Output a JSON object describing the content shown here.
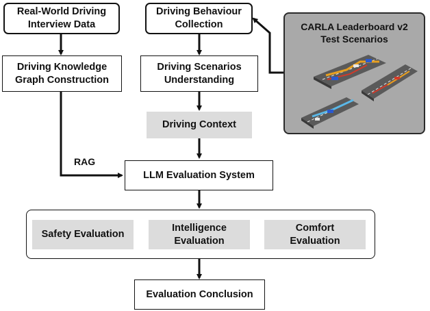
{
  "boxes": {
    "interview": "Real-World Driving\nInterview Data",
    "behaviour": "Driving Behaviour\nCollection",
    "knowledge": "Driving Knowledge\nGraph Construction",
    "understanding": "Driving Scenarios\nUnderstanding",
    "context": "Driving Context",
    "llm": "LLM Evaluation System",
    "safety": "Safety Evaluation",
    "intelligence": "Intelligence\nEvaluation",
    "comfort": "Comfort\nEvaluation",
    "conclusion": "Evaluation Conclusion"
  },
  "carla": {
    "title": "CARLA Leaderboard v2\nTest Scenarios"
  },
  "edges": {
    "rag_label": "RAG"
  },
  "colors": {
    "line": "#111111",
    "grey_fill": "#dcdcdc",
    "carla_fill": "#a9a9a9"
  }
}
